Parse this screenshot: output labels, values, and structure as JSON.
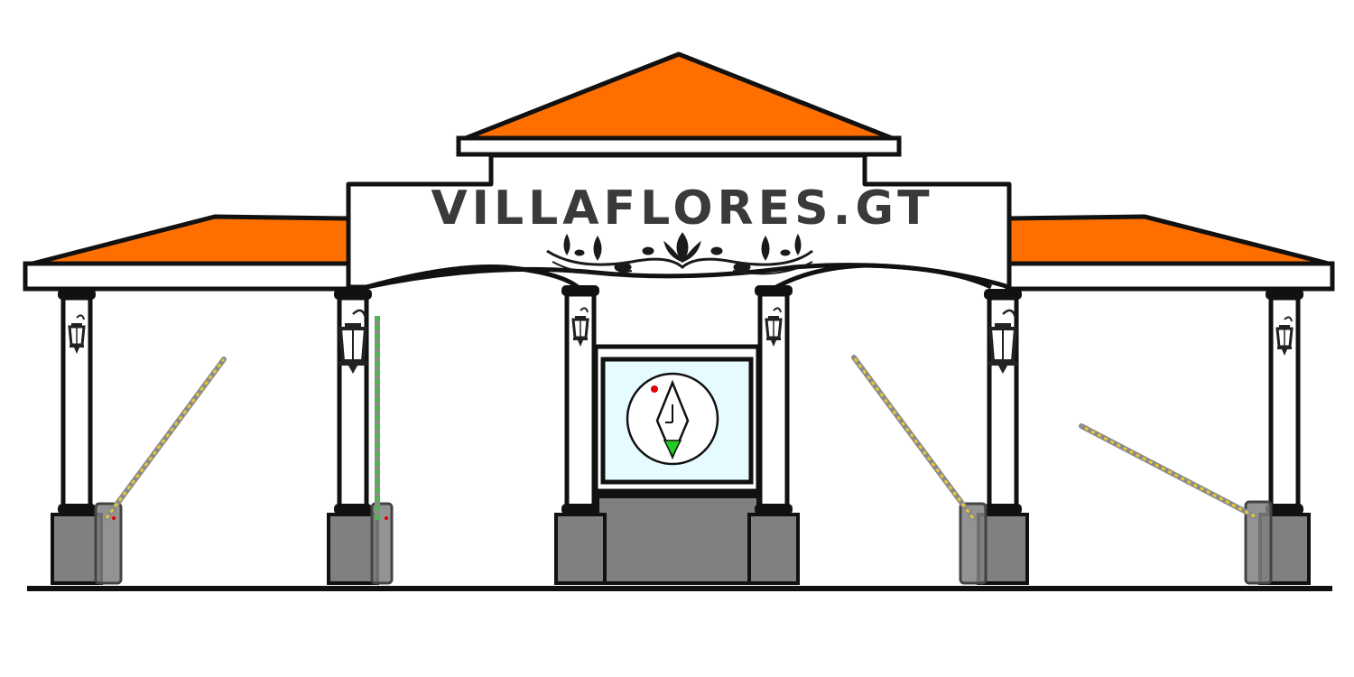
{
  "gate": {
    "sign_text": "VILLAFLORES.GT",
    "colors": {
      "roof": "#ff6f00",
      "outline": "#111111",
      "wall": "#ffffff",
      "base": "#808080",
      "sign_text": "#3a3a3a",
      "screen": "#e6fbff",
      "barrier_stripe": "#e8c832",
      "barrier_arm": "#8a8a8a",
      "open_barrier": "#33cc33",
      "compass_north_dot": "#e00000",
      "compass_needle_tip": "#22cc22"
    },
    "icons": [
      "wall-lantern-icon",
      "compass-icon",
      "floral-ornament-icon"
    ],
    "barriers": [
      {
        "name": "barrier-arm-1",
        "state": "raised",
        "angle_deg": 53
      },
      {
        "name": "barrier-arm-2",
        "state": "open",
        "angle_deg": 90
      },
      {
        "name": "barrier-arm-3",
        "state": "raised",
        "angle_deg": 55
      },
      {
        "name": "barrier-arm-4",
        "state": "raised",
        "angle_deg": 27
      }
    ]
  }
}
